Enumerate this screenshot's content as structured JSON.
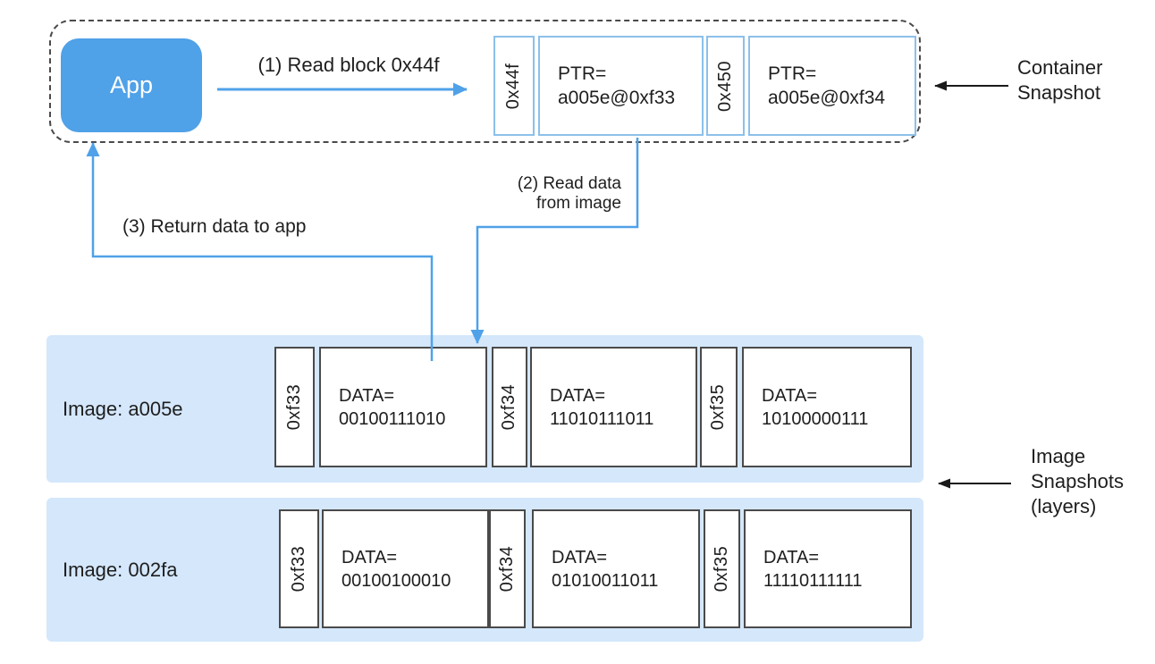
{
  "colors": {
    "accent_blue": "#4FA1E8",
    "band_light_blue": "#D4E7FB",
    "container_cell_border": "#8CC0EA",
    "image_cell_border": "#4A4A4A",
    "text": "#1E1E1E"
  },
  "container_snapshot": {
    "app_label": "App",
    "cells": [
      {
        "type": "addr",
        "text": "0x44f"
      },
      {
        "type": "ptr",
        "line1": "PTR=",
        "line2": "a005e@0xf33"
      },
      {
        "type": "addr",
        "text": "0x450"
      },
      {
        "type": "ptr",
        "line1": "PTR=",
        "line2": "a005e@0xf34"
      }
    ],
    "annotation_line1": "Container",
    "annotation_line2": "Snapshot"
  },
  "flow_labels": {
    "step1": "(1) Read block 0x44f",
    "step2_line1": "(2) Read data",
    "step2_line2": "from image",
    "step3": "(3) Return data to app"
  },
  "image_snapshots": {
    "annotation_line1": "Image",
    "annotation_line2": "Snapshots",
    "annotation_line3": "(layers)",
    "rows": [
      {
        "label": "Image: a005e",
        "cells": [
          {
            "type": "addr",
            "text": "0xf33"
          },
          {
            "type": "data",
            "line1": "DATA=",
            "line2": "00100111010"
          },
          {
            "type": "addr",
            "text": "0xf34"
          },
          {
            "type": "data",
            "line1": "DATA=",
            "line2": "11010111011"
          },
          {
            "type": "addr",
            "text": "0xf35"
          },
          {
            "type": "data",
            "line1": "DATA=",
            "line2": "10100000111"
          }
        ]
      },
      {
        "label": "Image: 002fa",
        "cells": [
          {
            "type": "addr",
            "text": "0xf33"
          },
          {
            "type": "data",
            "line1": "DATA=",
            "line2": "00100100010"
          },
          {
            "type": "addr",
            "text": "0xf34"
          },
          {
            "type": "data",
            "line1": "DATA=",
            "line2": "01010011011"
          },
          {
            "type": "addr",
            "text": "0xf35"
          },
          {
            "type": "data",
            "line1": "DATA=",
            "line2": "11110111111"
          }
        ]
      }
    ]
  }
}
